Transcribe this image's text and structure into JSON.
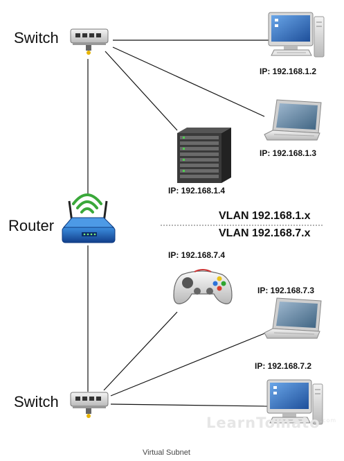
{
  "nodes": {
    "switch_top": {
      "label": "Switch",
      "icon": "network-switch-icon"
    },
    "switch_bottom": {
      "label": "Switch",
      "icon": "network-switch-icon"
    },
    "router": {
      "label": "Router",
      "icon": "wireless-router-icon"
    },
    "desktop_top": {
      "ip": "IP: 192.168.1.2",
      "icon": "desktop-computer-icon"
    },
    "laptop_top": {
      "ip": "IP: 192.168.1.3",
      "icon": "laptop-icon"
    },
    "server": {
      "ip": "IP: 192.168.1.4",
      "icon": "server-rack-icon"
    },
    "gamepad": {
      "ip": "IP: 192.168.7.4",
      "icon": "game-controller-icon"
    },
    "laptop_bottom": {
      "ip": "IP: 192.168.7.3",
      "icon": "laptop-icon"
    },
    "desktop_bottom": {
      "ip": "IP: 192.168.7.2",
      "icon": "desktop-computer-icon"
    }
  },
  "vlans": [
    "VLAN 192.168.1.x",
    "VLAN 192.168.7.x"
  ],
  "watermark": {
    "text": "LearnTomato",
    "suffix": ".com"
  },
  "caption": "Virtual Subnet",
  "colors": {
    "line": "#111111",
    "router_blue": "#1a5fb4",
    "wifi_green": "#3aa83a",
    "screen_blue": "#2e6fc0"
  }
}
